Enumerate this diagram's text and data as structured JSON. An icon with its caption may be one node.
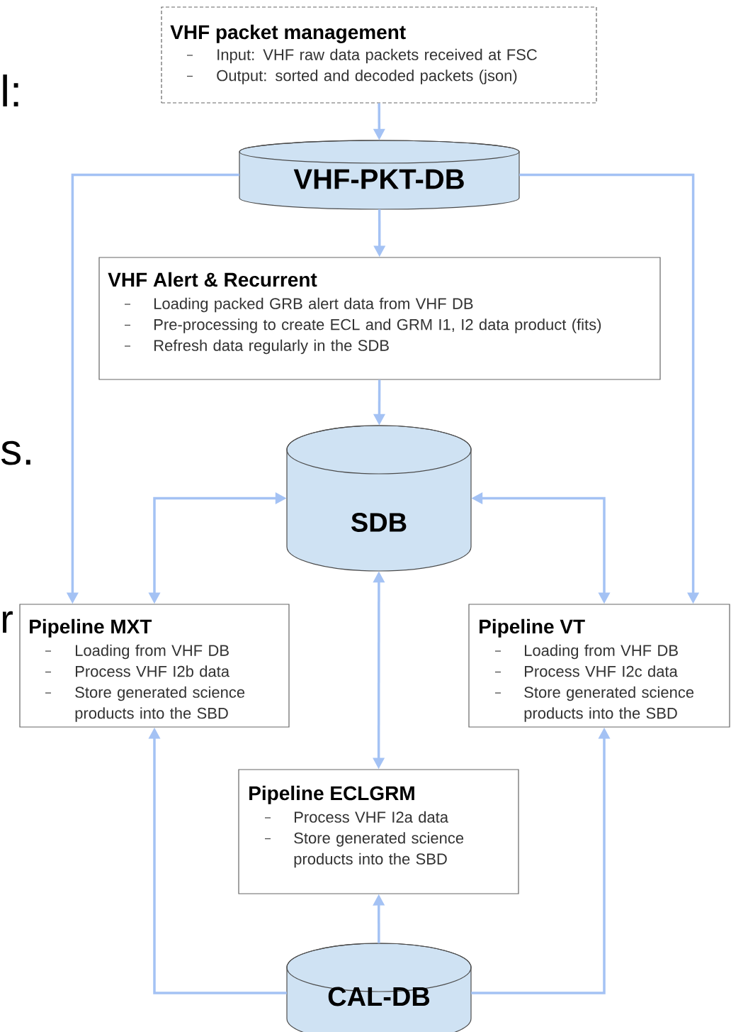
{
  "diagram": {
    "nodes": [
      {
        "text": [
          "VHF packet management",
          "Input: VHF raw data packets received at FSC",
          "Output: sorted and decoded packets (json)"
        ]
      },
      {
        "text": [
          "VHF-PKT-DB"
        ]
      },
      {
        "text": [
          "VHF Alert & Recurrent",
          "Loading packed GRB alert data from VHF DB",
          "Pre-processing to create ECL and GRM I1, I2 data product (fits)",
          "Refresh data regularly in the SDB"
        ]
      },
      {
        "text": [
          "SDB"
        ]
      },
      {
        "text": [
          "Pipeline MXT",
          "Loading from VHF DB",
          "Process VHF I2b data",
          "Store generated science products into the SBD"
        ]
      },
      {
        "text": [
          "Pipeline VT",
          "Loading from VHF DB",
          "Process VHF I2c data",
          "Store generated science products into the SBD"
        ]
      },
      {
        "text": [
          "Pipeline ECLGRM",
          "Process VHF I2a data",
          "Store generated science products into the SBD"
        ]
      },
      {
        "text": [
          "CAL-DB"
        ]
      }
    ],
    "edges": [
      {
        "from": 0,
        "to": 1,
        "arrow": "to"
      },
      {
        "from": 1,
        "to": 2,
        "arrow": "to"
      },
      {
        "from": 2,
        "to": 3,
        "arrow": "to"
      },
      {
        "from": 1,
        "to": 4,
        "arrow": "to"
      },
      {
        "from": 1,
        "to": 5,
        "arrow": "to"
      },
      {
        "from": 3,
        "to": 4,
        "arrow": "both"
      },
      {
        "from": 3,
        "to": 5,
        "arrow": "both"
      },
      {
        "from": 3,
        "to": 6,
        "arrow": "both"
      },
      {
        "from": 7,
        "to": 6,
        "arrow": "to"
      },
      {
        "from": 7,
        "to": 4,
        "arrow": "to"
      },
      {
        "from": 7,
        "to": 5,
        "arrow": "to"
      }
    ],
    "labels": [
      "l:",
      "s.",
      "r"
    ]
  }
}
